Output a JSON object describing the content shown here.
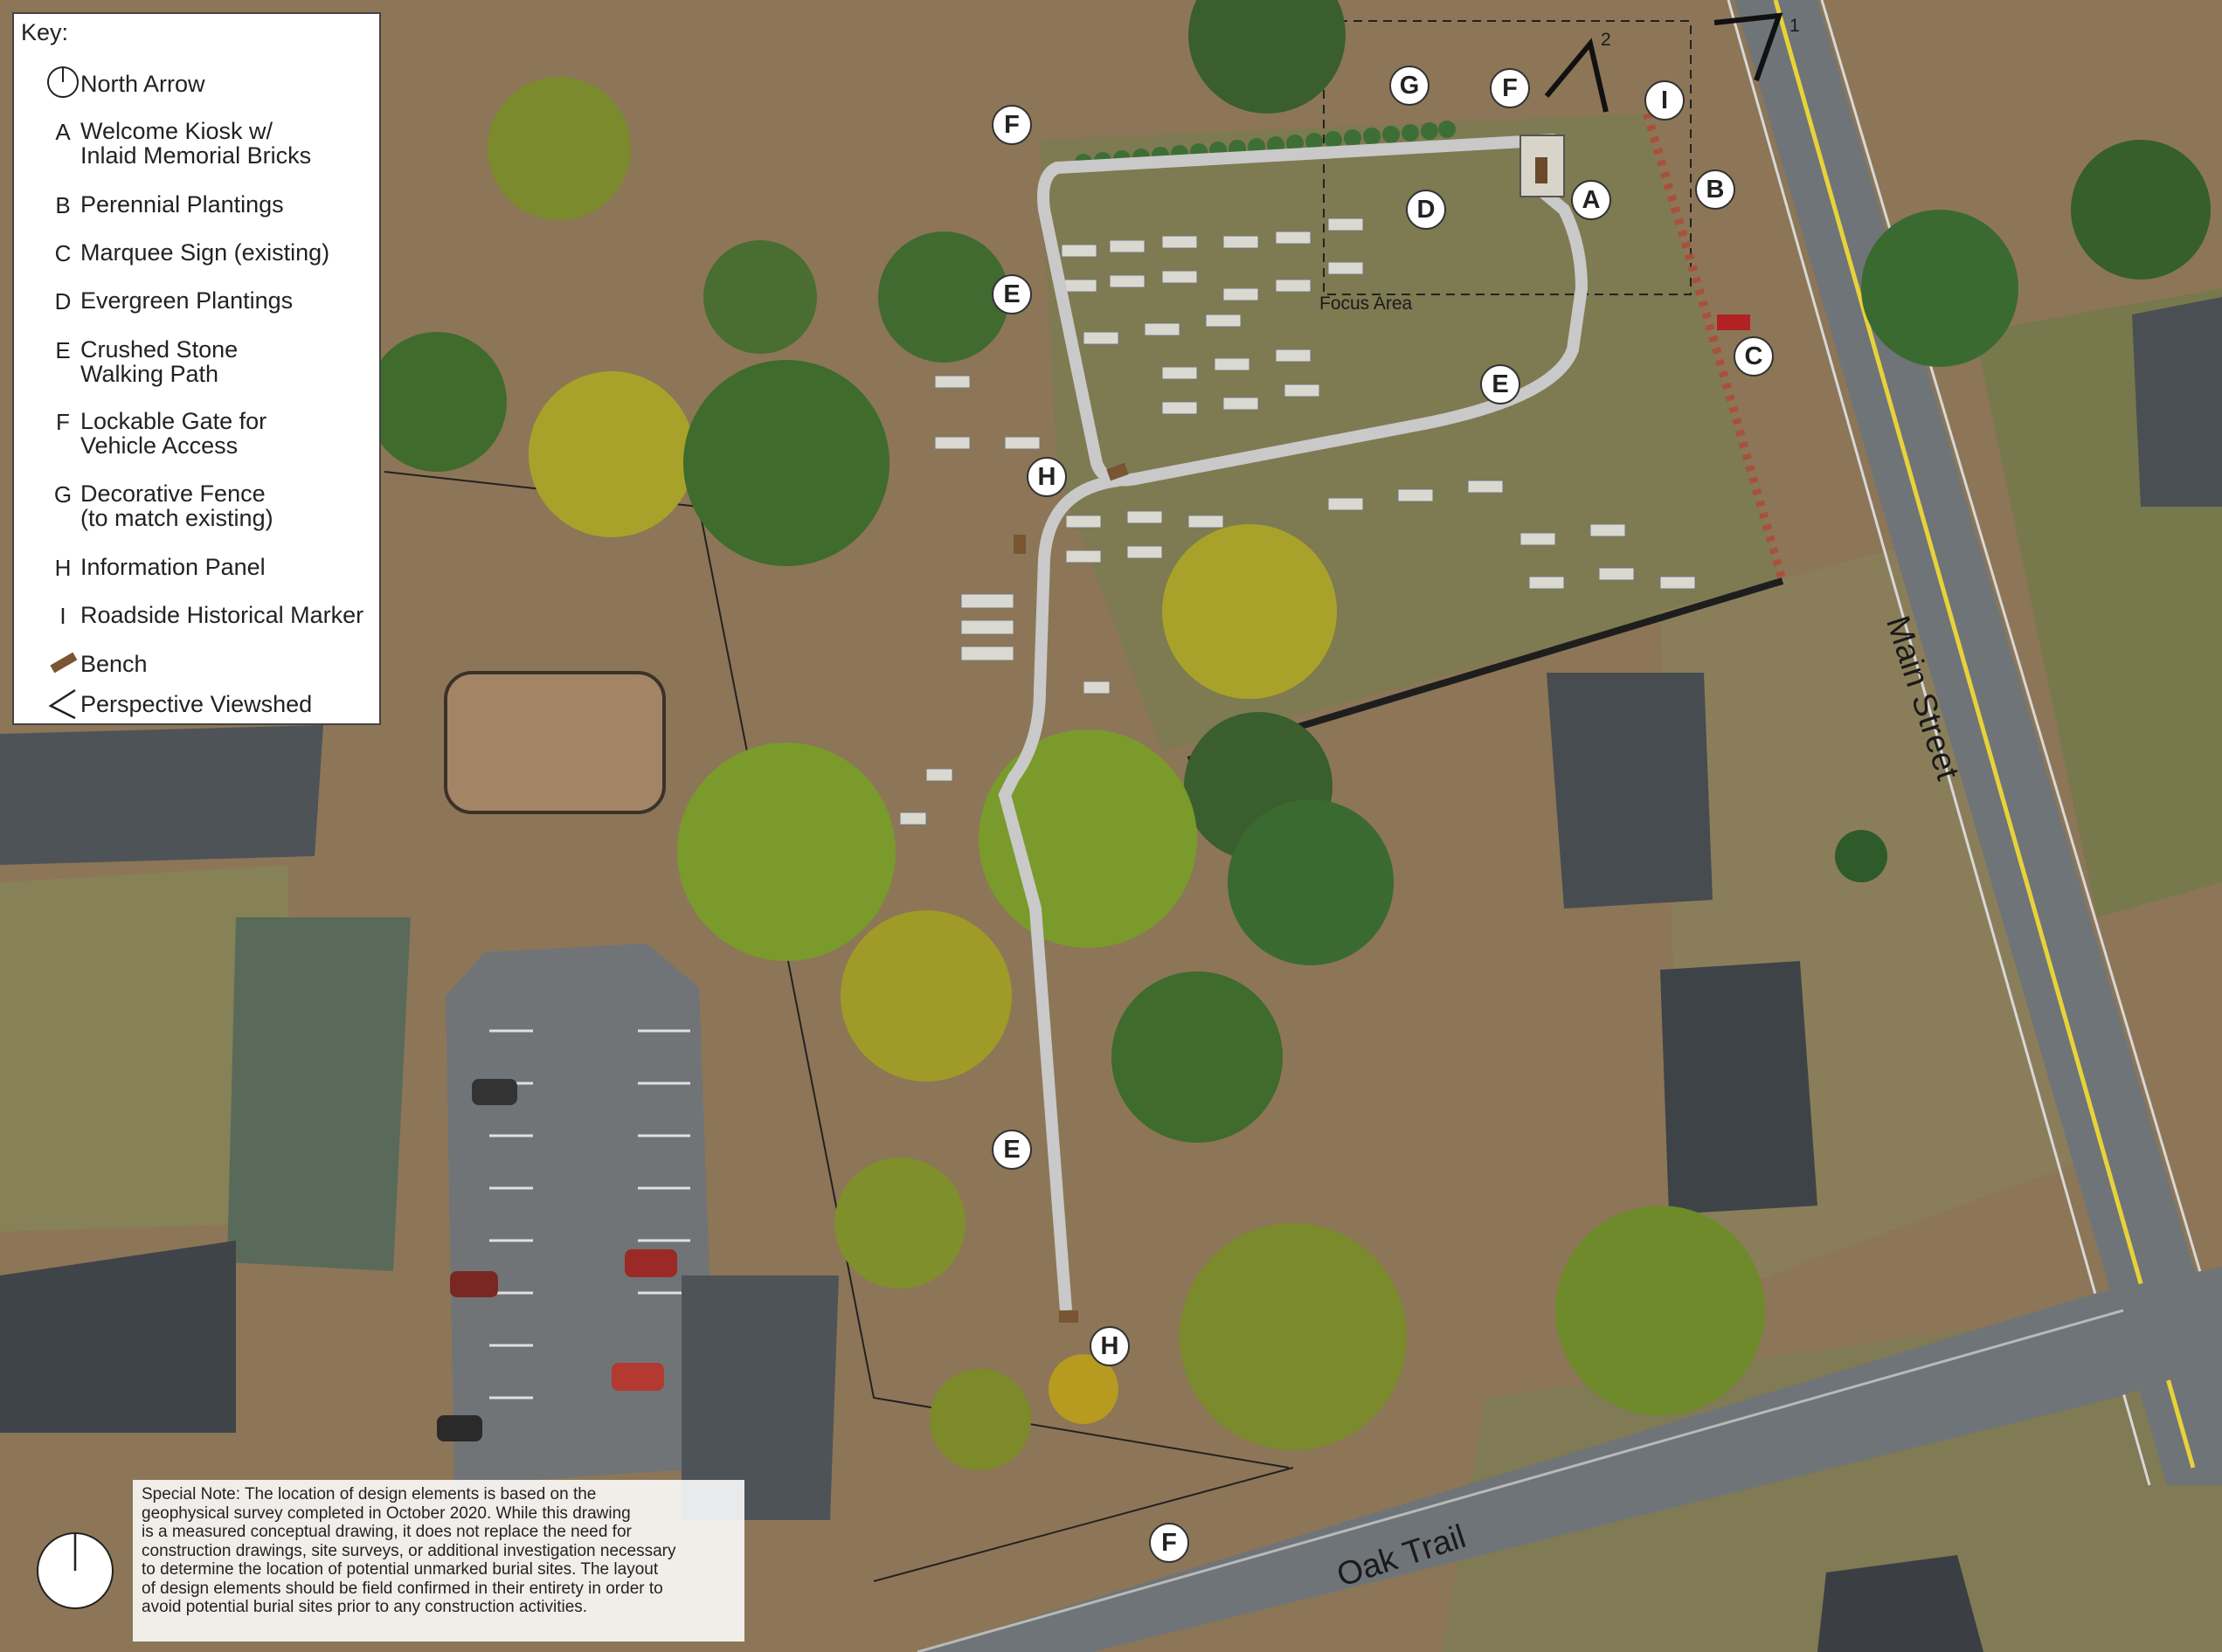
{
  "legend": {
    "title": "Key:",
    "items": [
      {
        "symbol": "",
        "icon": "north-arrow-icon",
        "label": "North Arrow"
      },
      {
        "symbol": "A",
        "label": "Welcome Kiosk w/\nInlaid Memorial Bricks"
      },
      {
        "symbol": "B",
        "label": "Perennial Plantings"
      },
      {
        "symbol": "C",
        "label": "Marquee Sign (existing)"
      },
      {
        "symbol": "D",
        "label": "Evergreen Plantings"
      },
      {
        "symbol": "E",
        "label": "Crushed Stone\nWalking Path"
      },
      {
        "symbol": "F",
        "label": "Lockable Gate for\nVehicle Access"
      },
      {
        "symbol": "G",
        "label": "Decorative Fence\n(to match existing)"
      },
      {
        "symbol": "H",
        "label": "Information Panel"
      },
      {
        "symbol": "I",
        "label": "Roadside Historical Marker"
      },
      {
        "symbol": "",
        "icon": "bench-icon",
        "label": "Bench"
      },
      {
        "symbol": "",
        "icon": "viewshed-icon",
        "label": "Perspective Viewshed"
      }
    ]
  },
  "markers": [
    {
      "letter": "A"
    },
    {
      "letter": "B"
    },
    {
      "letter": "C"
    },
    {
      "letter": "D"
    },
    {
      "letter": "E"
    },
    {
      "letter": "E"
    },
    {
      "letter": "E"
    },
    {
      "letter": "F"
    },
    {
      "letter": "F"
    },
    {
      "letter": "F"
    },
    {
      "letter": "G"
    },
    {
      "letter": "H"
    },
    {
      "letter": "H"
    },
    {
      "letter": "I"
    }
  ],
  "map_labels": {
    "focus_area": "Focus Area",
    "main_street": "Main Street",
    "oak_trail": "Oak Trail",
    "viewshed_1": "1",
    "viewshed_2": "2"
  },
  "special_note": "Special Note: The location of design elements is based on the\ngeophysical survey completed in October 2020. While this drawing\nis a measured conceptual drawing, it does not replace the need for\nconstruction drawings, site surveys, or additional investigation necessary\nto determine the location of potential unmarked burial sites. The layout\nof design elements should be field confirmed in their entirety in order to\navoid potential burial sites prior to any construction activities.",
  "colors": {
    "grass": "#7d7a4f",
    "dirt": "#9c7a5a",
    "road": "#6f7478",
    "road_line": "#e8d23a",
    "path": "#cfcfcf",
    "tree_dark": "#3f6b2c",
    "tree_yellow": "#a9a22a",
    "roof": "#4d5257",
    "parking": "#707477"
  }
}
